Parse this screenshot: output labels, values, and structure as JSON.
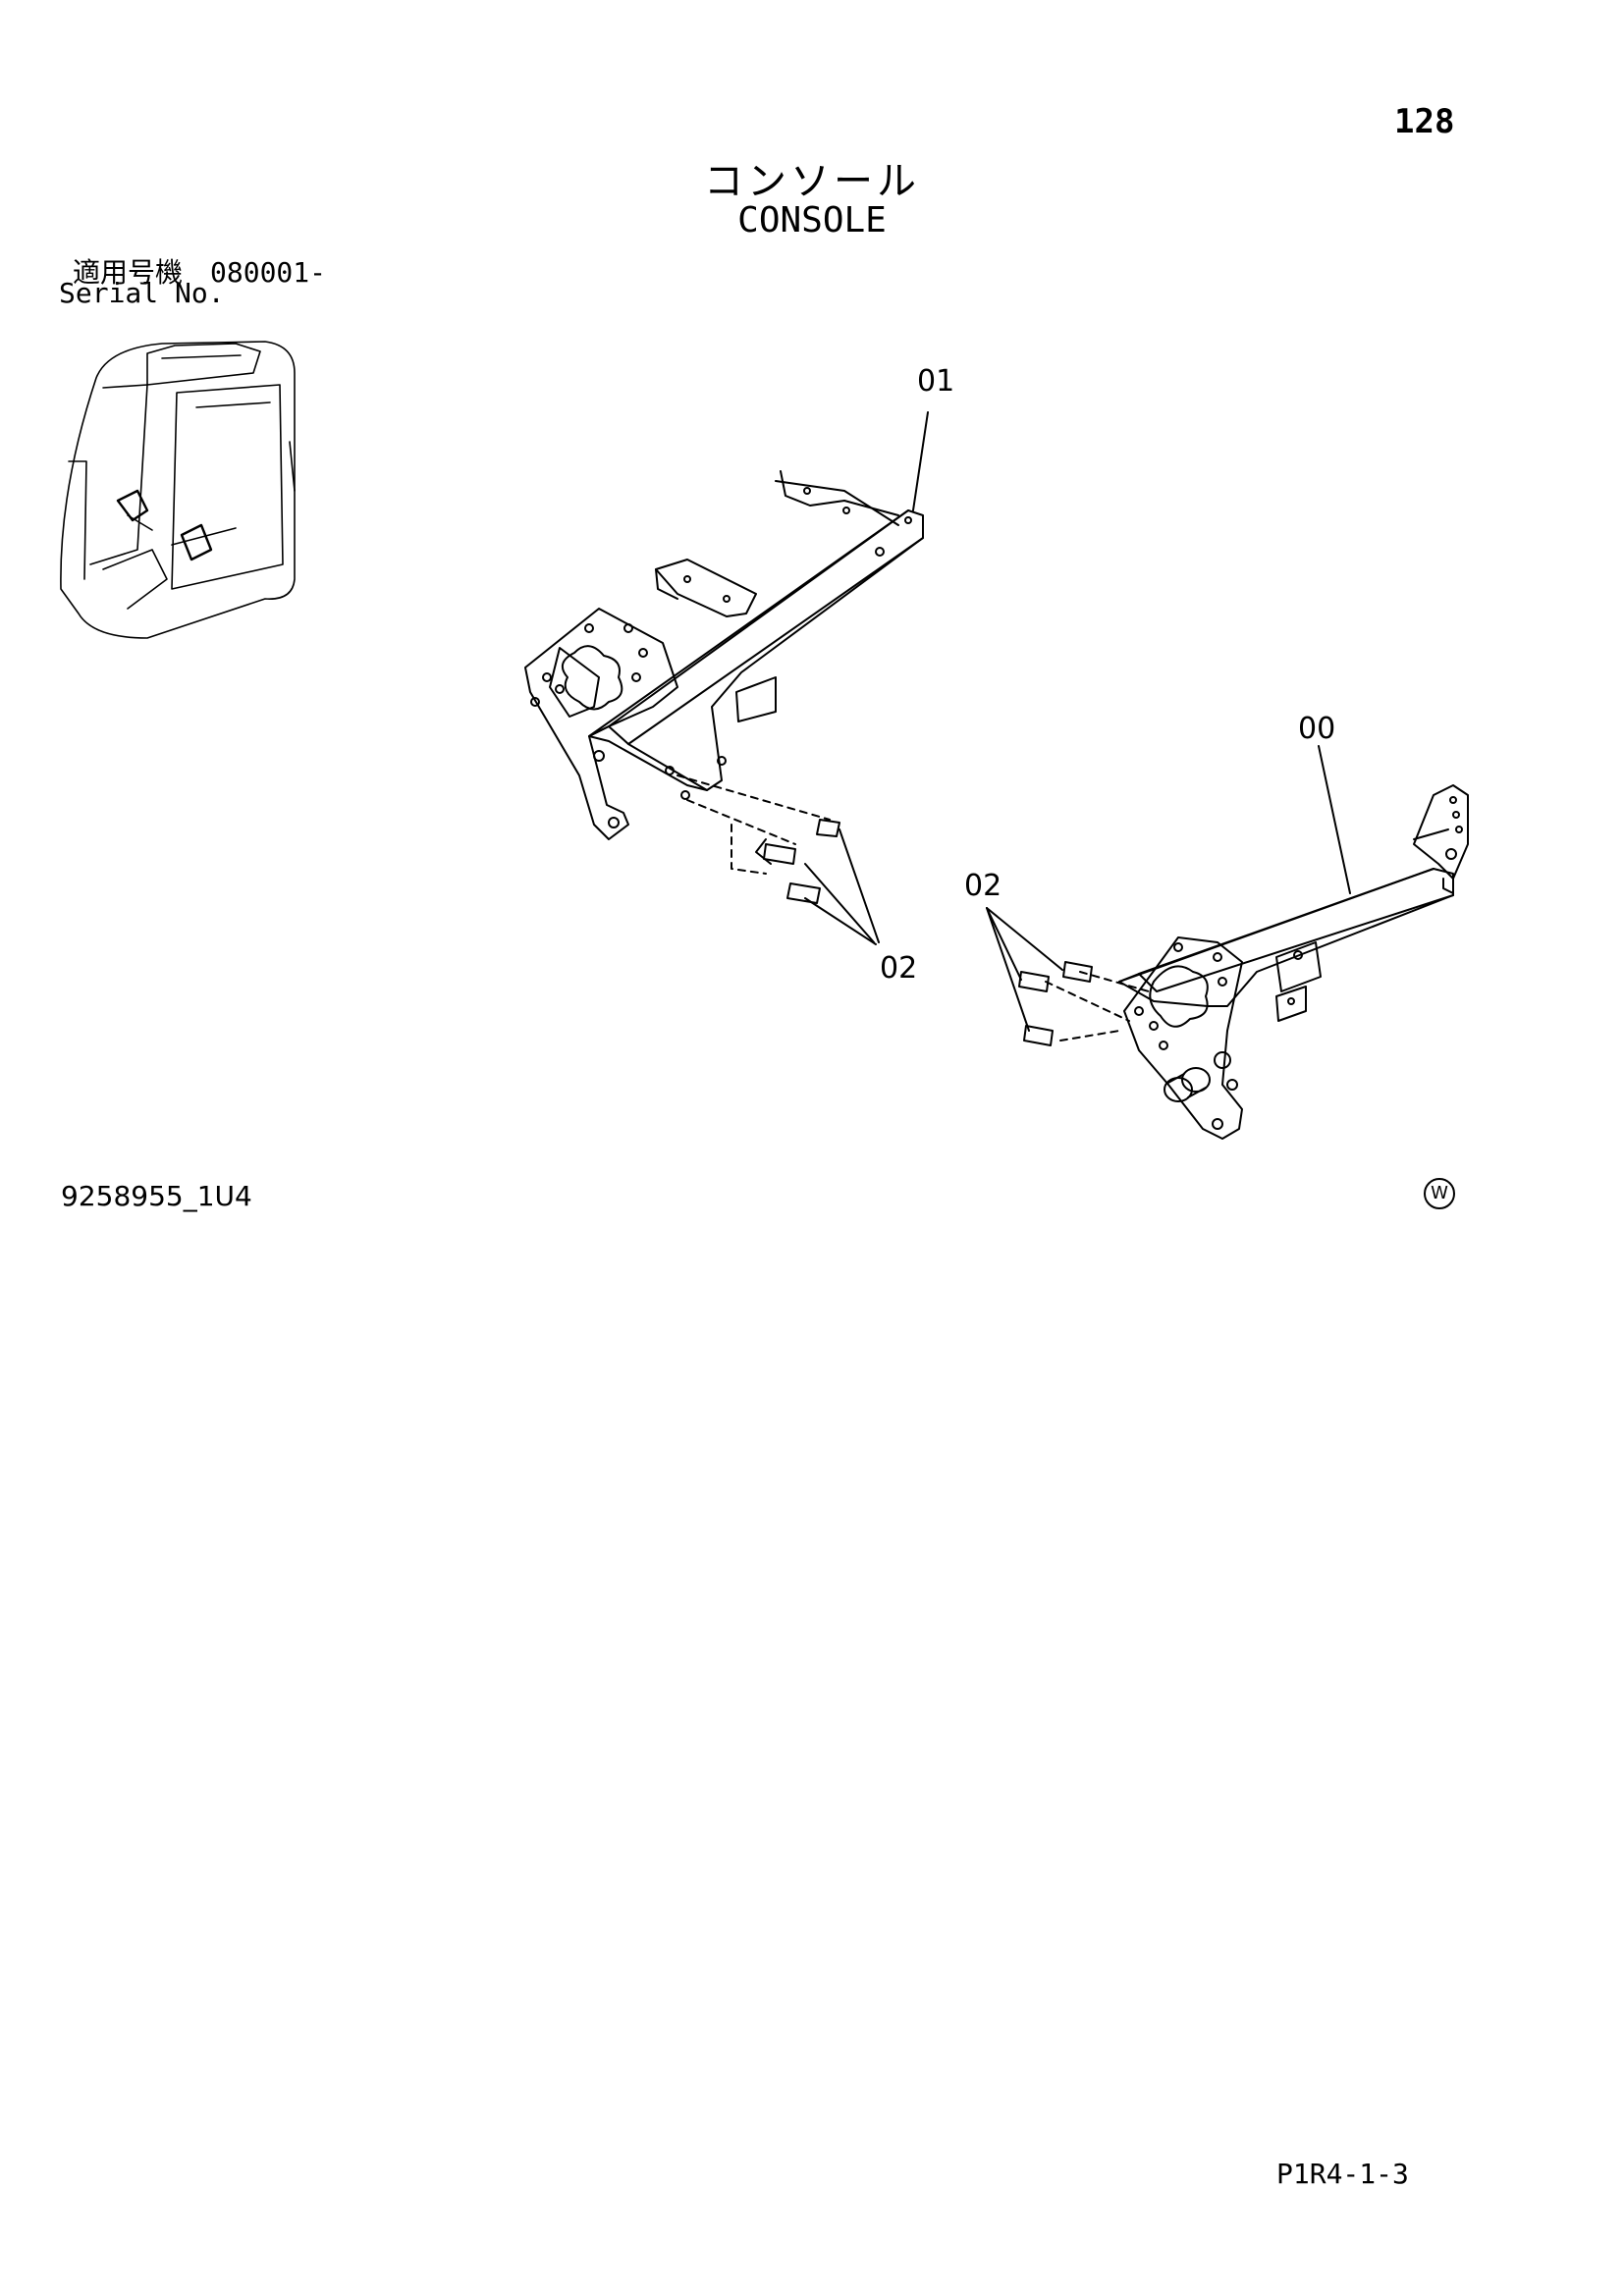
{
  "page": {
    "number": "128",
    "title_ja": "コンソール",
    "title_en": "CONSOLE",
    "serial_label_ja": "適用号機　080001-",
    "serial_label_en": "Serial No.",
    "doc_code": "9258955_1U4",
    "footer_code": "P1R4-1-3",
    "w_mark": "W"
  },
  "callouts": {
    "c01": "01",
    "c00": "00",
    "c02a": "02",
    "c02b": "02"
  },
  "colors": {
    "ink": "#000000",
    "background": "#ffffff"
  }
}
